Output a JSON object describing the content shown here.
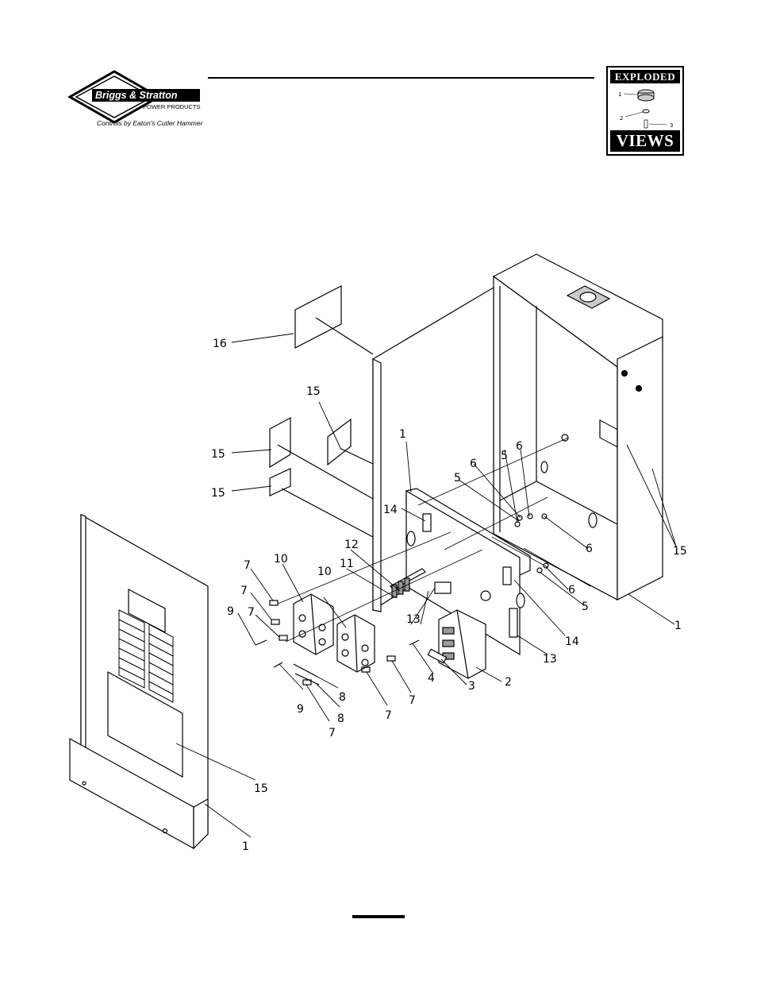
{
  "brand": {
    "name": "Briggs & Stratton",
    "division": "POWER PRODUCTS",
    "tagline": "Controls by Eaton's Cutler Hammer"
  },
  "badge": {
    "top_label": "EXPLODED",
    "bottom_label": "VIEWS",
    "callouts": [
      "1",
      "2",
      "3"
    ]
  },
  "callouts": {
    "c16": "16",
    "c15a": "15",
    "c15b": "15",
    "c15c": "15",
    "c15d": "15",
    "c15e": "15",
    "c1a": "1",
    "c1b": "1",
    "c1c": "1",
    "c14a": "14",
    "c14b": "14",
    "c12": "12",
    "c11": "11",
    "c10a": "10",
    "c10b": "10",
    "c13a": "13",
    "c13b": "13",
    "c9a": "9",
    "c9b": "9",
    "c7a": "7",
    "c7b": "7",
    "c7c": "7",
    "c7d": "7",
    "c7e": "7",
    "c7f": "7",
    "c8a": "8",
    "c8b": "8",
    "c6a": "6",
    "c6b": "6",
    "c6c": "6",
    "c6d": "6",
    "c5a": "5",
    "c5b": "5",
    "c5c": "5",
    "c4": "4",
    "c3": "3",
    "c2": "2"
  }
}
